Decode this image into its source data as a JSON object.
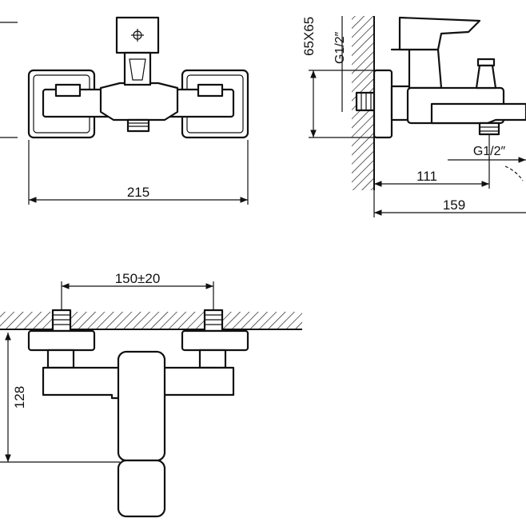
{
  "colors": {
    "ink": "#111111",
    "paper": "#ffffff"
  },
  "front_view": {
    "width_dim": "215"
  },
  "side_view": {
    "wall_plate_dim": "65X65",
    "inlet_thread": "G1/2″",
    "outlet_thread": "G1/2″",
    "spout_dim": "111",
    "total_depth_dim": "159"
  },
  "bottom_view": {
    "centers_dim": "150±20",
    "height_dim": "128"
  }
}
